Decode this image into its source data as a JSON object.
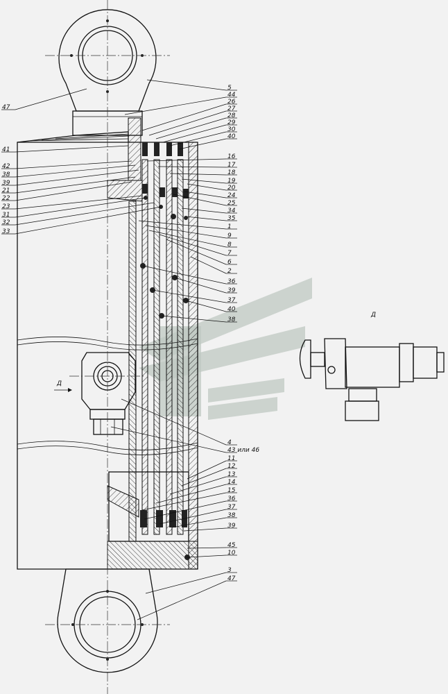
{
  "view_label": "Д",
  "detail_label": "Д",
  "labels_right": [
    "5",
    "44",
    "26",
    "27",
    "28",
    "29",
    "30",
    "40",
    "16",
    "17",
    "18",
    "19",
    "20",
    "24",
    "25",
    "34",
    "35",
    "1",
    "9",
    "8",
    "7",
    "6",
    "2",
    "36",
    "39",
    "37",
    "40",
    "38",
    "4",
    "43 или 46",
    "11",
    "12",
    "13",
    "14",
    "15",
    "36",
    "37",
    "38",
    "39",
    "45",
    "10",
    "3",
    "47"
  ],
  "labels_left": [
    "47",
    "41",
    "42",
    "38",
    "39",
    "21",
    "22",
    "23",
    "31",
    "32",
    "33"
  ],
  "colors": {
    "background": "#f2f2f2",
    "ink": "#111111",
    "watermark": "#bfc8c2"
  }
}
